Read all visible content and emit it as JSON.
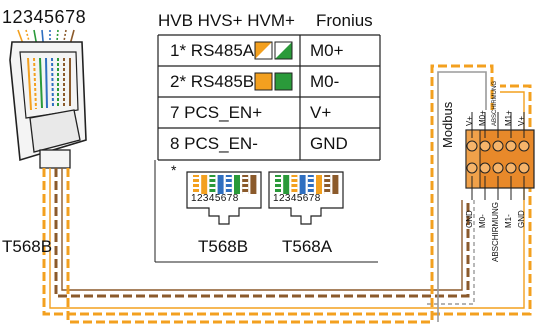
{
  "connector_pin_numbers": "12345678",
  "cable_standard_label": "T568B",
  "table": {
    "header_left": "HVB HVS+ HVM+",
    "header_right": "Fronius",
    "rows": [
      {
        "left": "1* RS485A",
        "right": "M0+",
        "swatch": [
          "#f3a01f",
          "#2a9a3a"
        ]
      },
      {
        "left": "2* RS485B",
        "right": "M0-",
        "swatch": [
          "#f3a01f",
          "#2a9a3a"
        ]
      },
      {
        "left": "7 PCS_EN+",
        "right": "V+"
      },
      {
        "left": "8 PCS_EN-",
        "right": "GND"
      }
    ]
  },
  "footnote_marker": "*",
  "plug_diagrams": [
    {
      "pins": "12345678",
      "label": "T568B"
    },
    {
      "pins": "12345678",
      "label": "T568A"
    }
  ],
  "modbus_label": "Modbus",
  "terminal_top_labels": [
    "V+",
    "M0+",
    "ABSCHIRMUNG",
    "M1+",
    "V+"
  ],
  "terminal_bottom_labels": [
    "GND",
    "M0-",
    "ABSCHIRMUNG",
    "M1-",
    "GND"
  ],
  "colors": {
    "orange": "#f3a01f",
    "green": "#2a9a3a",
    "brown": "#8b5a2b",
    "blue": "#2f6fc0",
    "terminal_orange": "#e8892a",
    "cable_gray": "#9a9a9a"
  }
}
